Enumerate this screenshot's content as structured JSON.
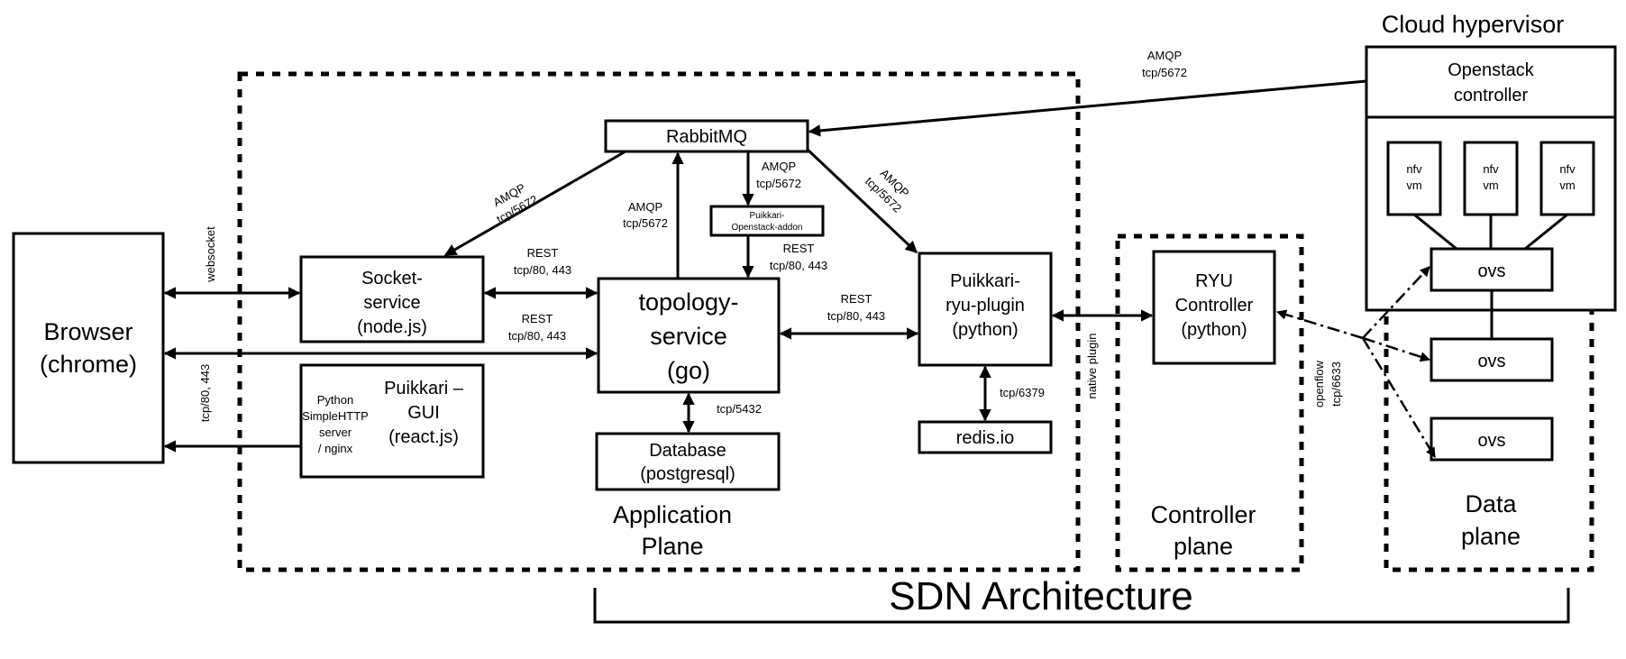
{
  "title": "SDN Architecture",
  "zones": {
    "application_plane": [
      "Application",
      "Plane"
    ],
    "controller_plane": [
      "Controller",
      "plane"
    ],
    "data_plane": [
      "Data",
      "plane"
    ],
    "cloud_hypervisor": "Cloud hypervisor"
  },
  "nodes": {
    "browser": [
      "Browser",
      "(chrome)"
    ],
    "socket_service": [
      "Socket-",
      "service",
      "(node.js)"
    ],
    "gui_title": [
      "Puikkari –",
      "GUI",
      "(react.js)"
    ],
    "gui_server": [
      "Python",
      "SimpleHTTP",
      "server",
      "/ nginx"
    ],
    "rabbitmq": "RabbitMQ",
    "openstack_addon": [
      "Puikkari-",
      "Openstack-addon"
    ],
    "topology_service": [
      "topology-",
      "service",
      "(go)"
    ],
    "database": [
      "Database",
      "(postgresql)"
    ],
    "ryu_plugin": [
      "Puikkari-",
      "ryu-plugin",
      "(python)"
    ],
    "redis": "redis.io",
    "ryu_controller": [
      "RYU",
      "Controller",
      "(python)"
    ],
    "openstack_controller": [
      "Openstack",
      "controller"
    ],
    "nfv_vm": [
      "nfv",
      "vm"
    ],
    "ovs": "ovs"
  },
  "edge_labels": {
    "amqp_cloud": [
      "AMQP",
      "tcp/5672"
    ],
    "amqp_socket": [
      "AMQP",
      "tcp/5672"
    ],
    "amqp_topology": [
      "AMQP",
      "tcp/5672"
    ],
    "amqp_addon": [
      "AMQP",
      "tcp/5672"
    ],
    "amqp_ryu": [
      "AMQP",
      "tcp/5672"
    ],
    "rest_socket_topology": [
      "REST",
      "tcp/80, 443"
    ],
    "rest_browser_topology": [
      "REST",
      "tcp/80, 443"
    ],
    "rest_addon": [
      "REST",
      "tcp/80, 443"
    ],
    "rest_ryu_plugin": [
      "REST",
      "tcp/80, 443"
    ],
    "websocket": "websocket",
    "gui_http": "tcp/80, 443",
    "db": "tcp/5432",
    "redis": "tcp/6379",
    "native_plugin": "native plugin",
    "openflow": [
      "openflow",
      "tcp/6633"
    ]
  }
}
